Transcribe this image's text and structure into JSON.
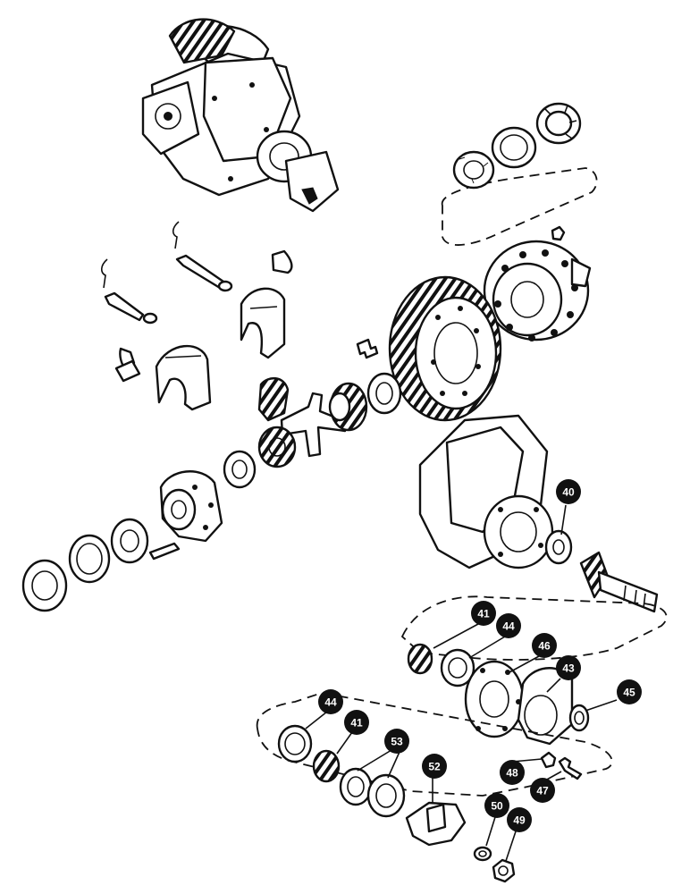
{
  "callouts": [
    {
      "id": "c40",
      "label": "40"
    },
    {
      "id": "c41a",
      "label": "41"
    },
    {
      "id": "c44a",
      "label": "44"
    },
    {
      "id": "c46",
      "label": "46"
    },
    {
      "id": "c43",
      "label": "43"
    },
    {
      "id": "c45",
      "label": "45"
    },
    {
      "id": "c44b",
      "label": "44"
    },
    {
      "id": "c41b",
      "label": "41"
    },
    {
      "id": "c53",
      "label": "53"
    },
    {
      "id": "c52",
      "label": "52"
    },
    {
      "id": "c48",
      "label": "48"
    },
    {
      "id": "c47",
      "label": "47"
    },
    {
      "id": "c50",
      "label": "50"
    },
    {
      "id": "c49",
      "label": "49"
    }
  ]
}
